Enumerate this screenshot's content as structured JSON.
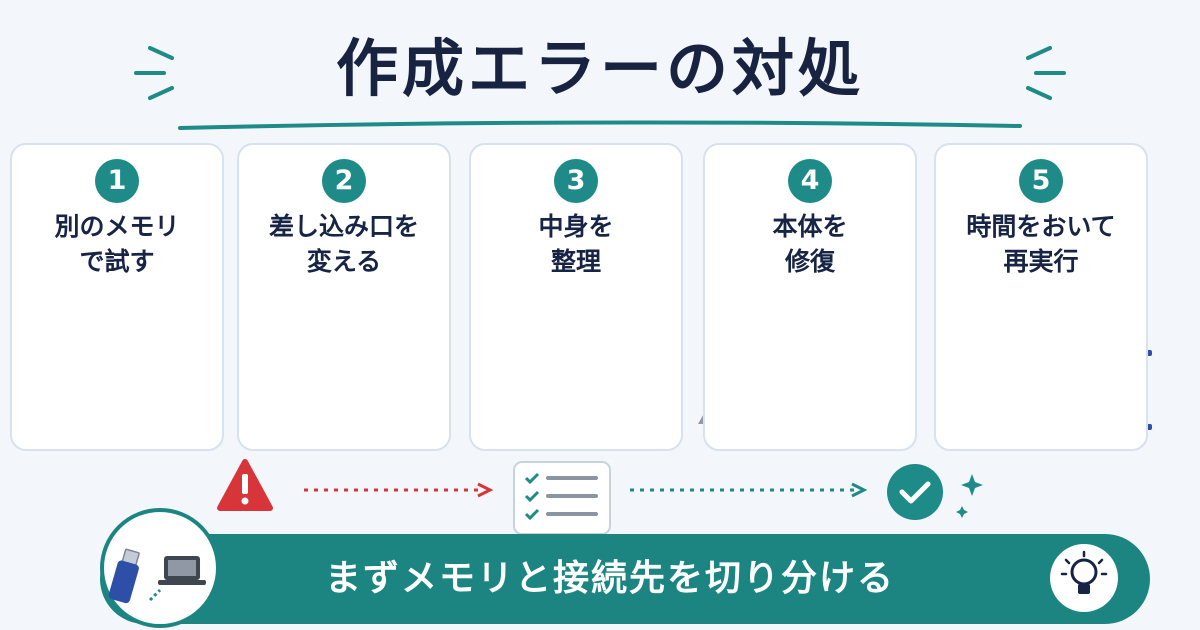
{
  "title": "作成エラーの対処",
  "steps": [
    {
      "number": "1",
      "line1": "別のメモリ",
      "line2": "で試す"
    },
    {
      "number": "2",
      "line1": "差し込み口を",
      "line2": "変える"
    },
    {
      "number": "3",
      "line1": "中身を",
      "line2": "整理"
    },
    {
      "number": "4",
      "line1": "本体を",
      "line2": "修復"
    },
    {
      "number": "5",
      "line1": "時間をおいて",
      "line2": "再実行"
    }
  ],
  "banner": {
    "text": "まずメモリと接続先を切り分ける"
  },
  "colors": {
    "teal": "#1e8b89",
    "navy": "#172445",
    "blue": "#2d4fa8",
    "red": "#d8353b",
    "gray": "#4a5568"
  }
}
